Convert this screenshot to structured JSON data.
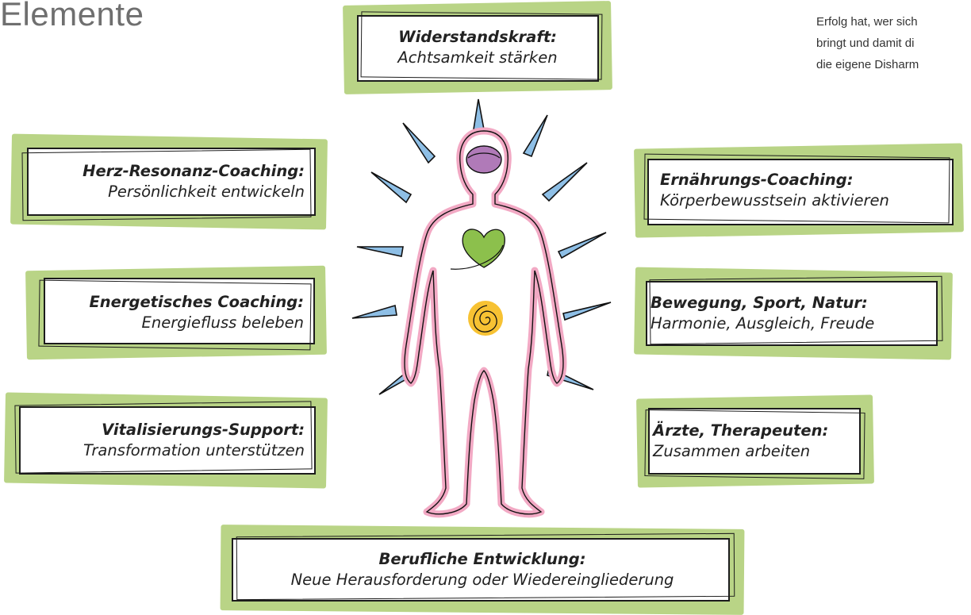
{
  "title": "Elemente",
  "intro_lines": [
    "Erfolg hat, wer sich",
    "bringt und damit di",
    "die eigene Disharm"
  ],
  "boxes": {
    "widerstandskraft": {
      "head": "Widerstandskraft:",
      "sub": "Achtsamkeit stärken"
    },
    "herz": {
      "head": "Herz-Resonanz-Coaching:",
      "sub": "Persönlichkeit entwickeln"
    },
    "energetisch": {
      "head": "Energetisches Coaching:",
      "sub": "Energiefluss beleben"
    },
    "vital": {
      "head": "Vitalisierungs-Support:",
      "sub": "Transformation unterstützen"
    },
    "ernaehrung": {
      "head": "Ernährungs-Coaching:",
      "sub": "Körperbewusstsein aktivieren"
    },
    "bewegung": {
      "head": "Bewegung, Sport, Natur:",
      "sub": "Harmonie, Ausgleich, Freude"
    },
    "aerzte": {
      "head": "Ärzte, Therapeuten:",
      "sub": "Zusammen arbeiten"
    },
    "beruf": {
      "head": "Berufliche Entwicklung:",
      "sub": "Neue Herausforderung oder Wiedereingliederung"
    }
  },
  "colors": {
    "frame_green": "#b9d486",
    "body_pink": "#f2a9c4",
    "ray_blue": "#8ebfe6",
    "brain_purple": "#b07ab8",
    "heart_green": "#8cc04c",
    "spiral_yellow": "#f7c233"
  }
}
